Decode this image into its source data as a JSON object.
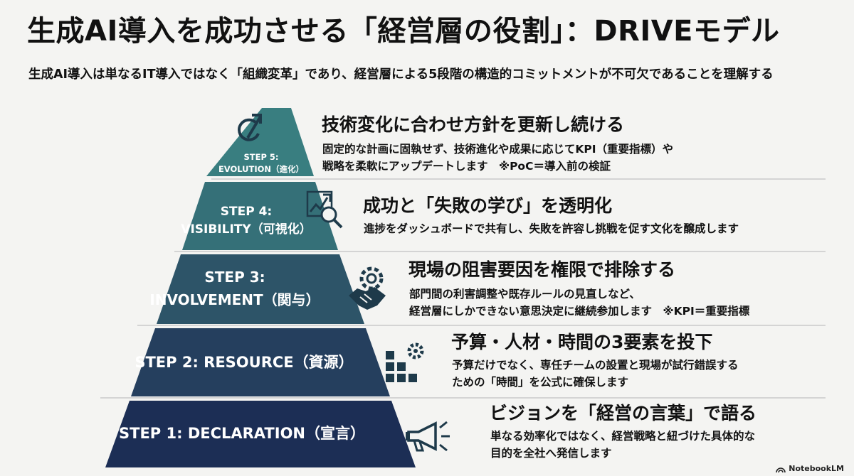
{
  "title": "生成AI導入を成功させる「経営層の役割」：DRIVEモデル",
  "subtitle": "生成AI導入は単なるIT導入ではなく「組織変革」であり、経営層による5段階の構造的コミットメントが不可欠であることを理解する",
  "colors": {
    "step5": "#397e80",
    "step4": "#357078",
    "step3": "#2d5468",
    "step2": "#253f5e",
    "step1": "#1c2e55",
    "divider": "#c9c9c9",
    "background": "#f4f4f2"
  },
  "steps": [
    {
      "label_line1": "STEP 5:",
      "label_line2": "EVOLUTION（進化）",
      "icon": "refresh-arrows-icon",
      "heading": "技術変化に合わせ方針を更新し続ける",
      "desc_line1": "固定的な計画に固執せず、技術進化や成果に応じてKPI（重要指標）や",
      "desc_line2": "戦略を柔軟にアップデートします　※PoC＝導入前の検証"
    },
    {
      "label_line1": "STEP 4:",
      "label_line2": "VISIBILITY（可視化）",
      "icon": "chart-magnifier-icon",
      "heading": "成功と「失敗の学び」を透明化",
      "desc_line1": "進捗をダッシュボードで共有し、失敗を許容し挑戦を促す文化を醸成します",
      "desc_line2": ""
    },
    {
      "label_line1": "STEP 3:",
      "label_line2": "INVOLVEMENT（関与）",
      "icon": "handshake-gear-icon",
      "heading": "現場の阻害要因を権限で排除する",
      "desc_line1": "部門間の利害調整や既存ルールの見直しなど、",
      "desc_line2": "経営層にしかできない意思決定に継続参加します　※KPI＝重要指標"
    },
    {
      "label_line1": "STEP 2: RESOURCE（資源）",
      "label_line2": "",
      "icon": "blocks-gear-icon",
      "heading": "予算・人材・時間の3要素を投下",
      "desc_line1": "予算だけでなく、専任チームの設置と現場が試行錯誤する",
      "desc_line2": "ための「時間」を公式に確保します"
    },
    {
      "label_line1": "STEP 1: DECLARATION（宣言）",
      "label_line2": "",
      "icon": "megaphone-icon",
      "heading": "ビジョンを「経営の言葉」で語る",
      "desc_line1": "単なる効率化ではなく、経営戦略と紐づけた具体的な",
      "desc_line2": "目的を全社へ発信します"
    }
  ],
  "brand": "NotebookLM"
}
